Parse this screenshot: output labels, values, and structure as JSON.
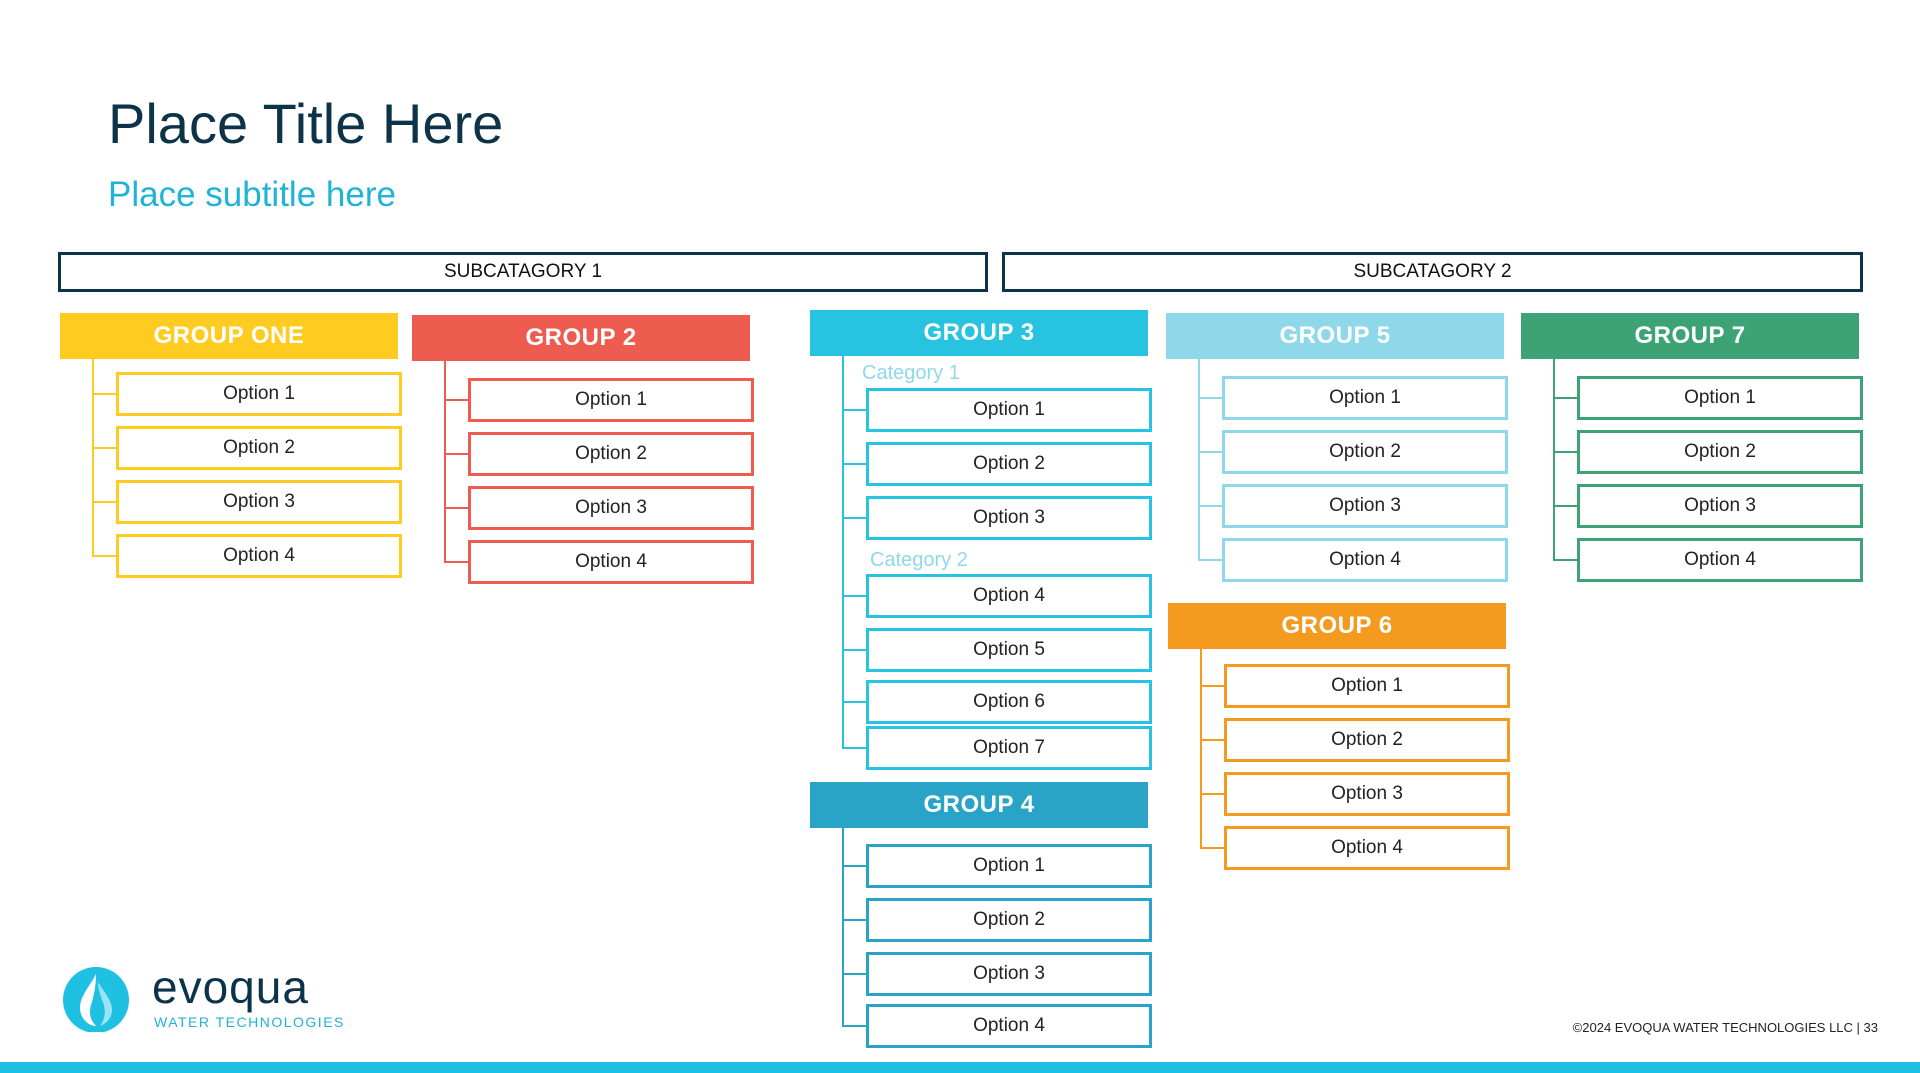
{
  "title": "Place Title Here",
  "subtitle": "Place subtitle here",
  "subcategories": [
    "SUBCATAGORY 1",
    "SUBCATAGORY 2"
  ],
  "groups": [
    {
      "id": "group-one",
      "label": "GROUP ONE",
      "color": "#fecb21",
      "options": [
        "Option 1",
        "Option 2",
        "Option 3",
        "Option 4"
      ]
    },
    {
      "id": "group-2",
      "label": "GROUP 2",
      "color": "#ee5b4f",
      "options": [
        "Option 1",
        "Option 2",
        "Option 3",
        "Option 4"
      ]
    },
    {
      "id": "group-3",
      "label": "GROUP 3",
      "color": "#27c3e0",
      "categories": [
        {
          "label": "Category 1",
          "options": [
            "Option 1",
            "Option 2",
            "Option 3"
          ]
        },
        {
          "label": "Category 2",
          "options": [
            "Option 4",
            "Option 5",
            "Option 6",
            "Option 7"
          ]
        }
      ]
    },
    {
      "id": "group-4",
      "label": "GROUP 4",
      "color": "#2aa4c6",
      "options": [
        "Option 1",
        "Option 2",
        "Option 3",
        "Option 4"
      ]
    },
    {
      "id": "group-5",
      "label": "GROUP 5",
      "color": "#8fd8ea",
      "options": [
        "Option 1",
        "Option 2",
        "Option 3",
        "Option 4"
      ]
    },
    {
      "id": "group-6",
      "label": "GROUP 6",
      "color": "#f49a1e",
      "options": [
        "Option 1",
        "Option 2",
        "Option 3",
        "Option 4"
      ]
    },
    {
      "id": "group-7",
      "label": "GROUP 7",
      "color": "#3da374",
      "options": [
        "Option 1",
        "Option 2",
        "Option 3",
        "Option 4"
      ]
    }
  ],
  "logo": {
    "name": "evoqua",
    "tagline": "WATER TECHNOLOGIES",
    "icon": "water-drop-icon"
  },
  "footer": "©2024 EVOQUA WATER TECHNOLOGIES LLC  |  33",
  "colors": {
    "title": "#0c3347",
    "subtitle": "#1fb3d6",
    "accent_bar": "#1fc1e3"
  }
}
